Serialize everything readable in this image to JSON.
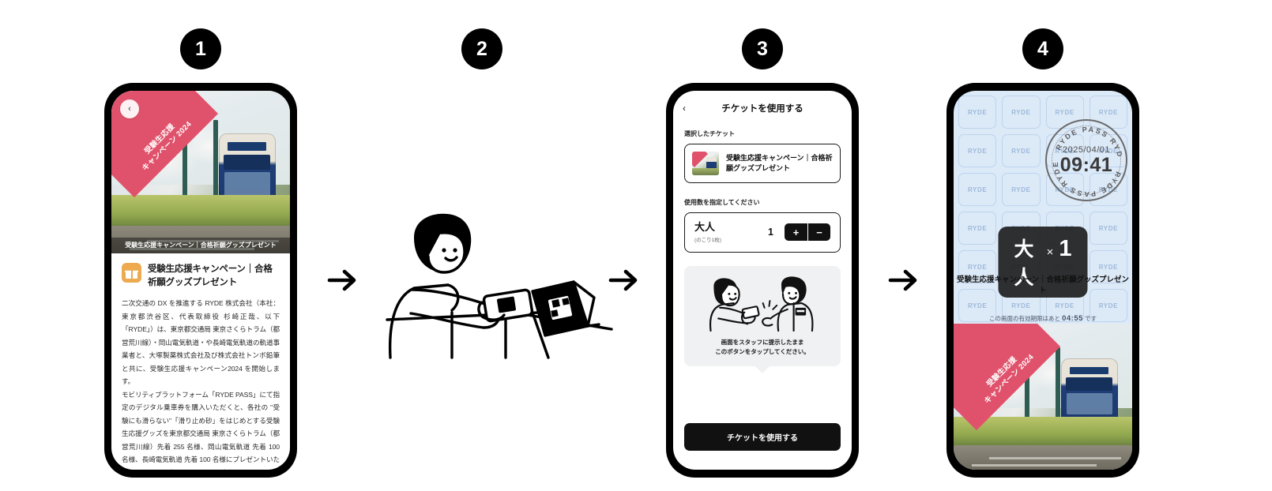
{
  "steps": [
    {
      "number": "1"
    },
    {
      "number": "2"
    },
    {
      "number": "3"
    },
    {
      "number": "4"
    }
  ],
  "arrows": {
    "glyph": "arrow-right"
  },
  "screen1": {
    "back_icon": "‹",
    "ribbon_line1": "受験生応援",
    "ribbon_line2": "キャンペーン 2024",
    "hero_caption": "受験生応援キャンペーン｜合格祈願グッズプレゼント",
    "gift_icon": "gift-icon",
    "title": "受験生応援キャンペーン｜合格祈願グッズプレゼント",
    "paragraph1": "二次交通の DX を推進する RYDE 株式会社（本社：東京都渋谷区、代表取締役 杉崎正哉、以下「RYDE」）は、東京都交通局 東京さくらトラム（都営荒川線）・岡山電気軌道・や長崎電気軌道の軌道事業者と、大塚製薬株式会社及び株式会社トンボ鉛筆と共に、受験生応援キャンペーン2024 を開始します。",
    "paragraph2": "モビリティプラットフォーム「RYDE PASS」にて指定のデジタル乗車券を購入いただくと、各社の \"受験にも滑らない\"「滑り止め砂」をはじめとする受験生応援グッズを東京都交通局 東京さくらトラム（都営荒川線）先着 255 名様、岡山電気軌道 先着 100 名様、長崎電気軌道 先着 100 名様にプレゼントいたします。また、本キャンペーンに参加いただくと、X 月以降に各社の販売窓"
  },
  "screen2": {
    "illustration": "person-scanning-qr-illustration"
  },
  "screen3": {
    "back_icon": "‹",
    "nav_title": "チケットを使用する",
    "selected_ticket_label": "選択したチケット",
    "ticket_title": "受験生応援キャンペーン｜合格祈願グッズプレゼント",
    "quantity_label": "使用数を指定してください",
    "qty_name": "大人",
    "qty_sub": "(のこり1枚)",
    "qty_value": "1",
    "plus_label": "+",
    "minus_label": "−",
    "tip_line1": "画面をスタッフに提示したまま",
    "tip_line2": "このボタンをタップしてください。",
    "cta_label": "チケットを使用する"
  },
  "screen4": {
    "watermark_text": "RYDE",
    "stamp_brand": "RYDE PASS",
    "stamp_date": "2025/04/01",
    "stamp_time": "09:41",
    "badge_name": "大人",
    "badge_multiply": "×",
    "badge_count": "1",
    "ticket_title": "受験生応援キャンペーン｜合格祈願グッズプレゼント",
    "countdown_prefix": "この画面の有効期限はあと",
    "countdown_value": "04:55",
    "countdown_suffix": "です",
    "ribbon_line1": "受験生応援",
    "ribbon_line2": "キャンペーン 2024"
  },
  "colors": {
    "accent_red": "#e0526b",
    "gift_orange": "#edaa4f",
    "dark": "#111111",
    "pass_blue": "#dce9f7",
    "tile_border": "#bdd4ee"
  }
}
